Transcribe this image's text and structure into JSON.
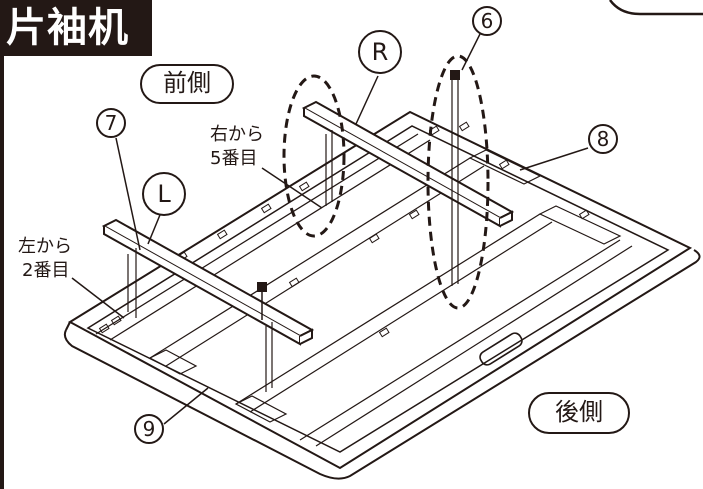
{
  "title": "片袖机",
  "labels": {
    "front": "前側",
    "back": "後側",
    "right_from": "右から",
    "right_nth": "5番目",
    "left_from": "左から",
    "left_nth": "2番目"
  },
  "part_numbers": {
    "p6": "6",
    "p7": "7",
    "p8": "8",
    "p9": "9"
  },
  "side_marks": {
    "right": "R",
    "left": "L"
  },
  "colors": {
    "ink": "#231815",
    "paper": "#ffffff"
  }
}
